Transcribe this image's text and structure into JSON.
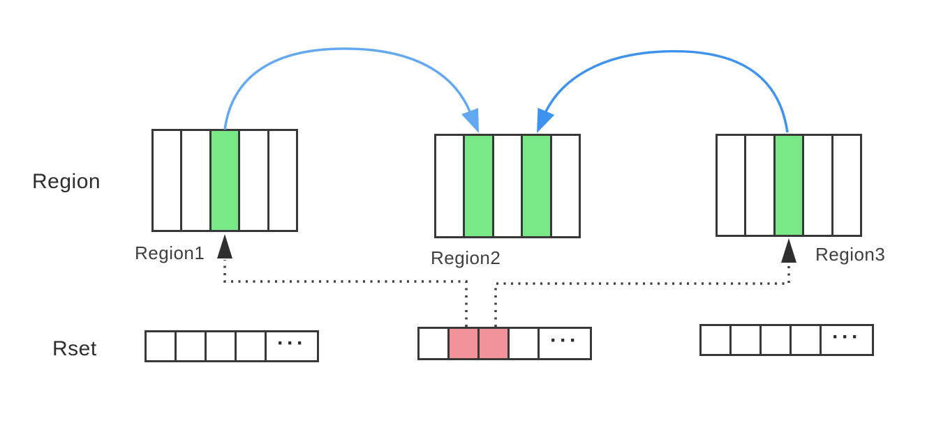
{
  "diagram": {
    "row_labels": {
      "region": "Region",
      "rset": "Rset"
    },
    "regions": [
      {
        "label": "Region1",
        "cells": [
          "plain",
          "plain",
          "green",
          "plain",
          "plain"
        ]
      },
      {
        "label": "Region2",
        "cells": [
          "plain",
          "green",
          "plain",
          "green",
          "plain"
        ]
      },
      {
        "label": "Region3",
        "cells": [
          "plain",
          "plain",
          "green",
          "plain",
          "plain"
        ]
      }
    ],
    "rsets": [
      {
        "cells": [
          "plain",
          "plain",
          "plain",
          "plain",
          "ellipsis"
        ]
      },
      {
        "cells": [
          "plain",
          "red",
          "red",
          "plain",
          "ellipsis"
        ]
      },
      {
        "cells": [
          "plain",
          "plain",
          "plain",
          "plain",
          "ellipsis"
        ]
      }
    ],
    "ellipsis": "···",
    "arrows": {
      "blue_left": "region1-green-to-region2-green1",
      "blue_right": "region3-green-to-region2-green2",
      "dotted_left": "rset2-red1-to-region1-green",
      "dotted_right": "rset2-red2-to-region3-green"
    }
  },
  "colors": {
    "green": "#79e887",
    "red": "#f2939b",
    "blue_left": "#63a8f2",
    "blue_right": "#3e92f0",
    "border": "#383838",
    "dotted": "#3f3f3f",
    "arrow_dark": "#2f2f2f"
  }
}
